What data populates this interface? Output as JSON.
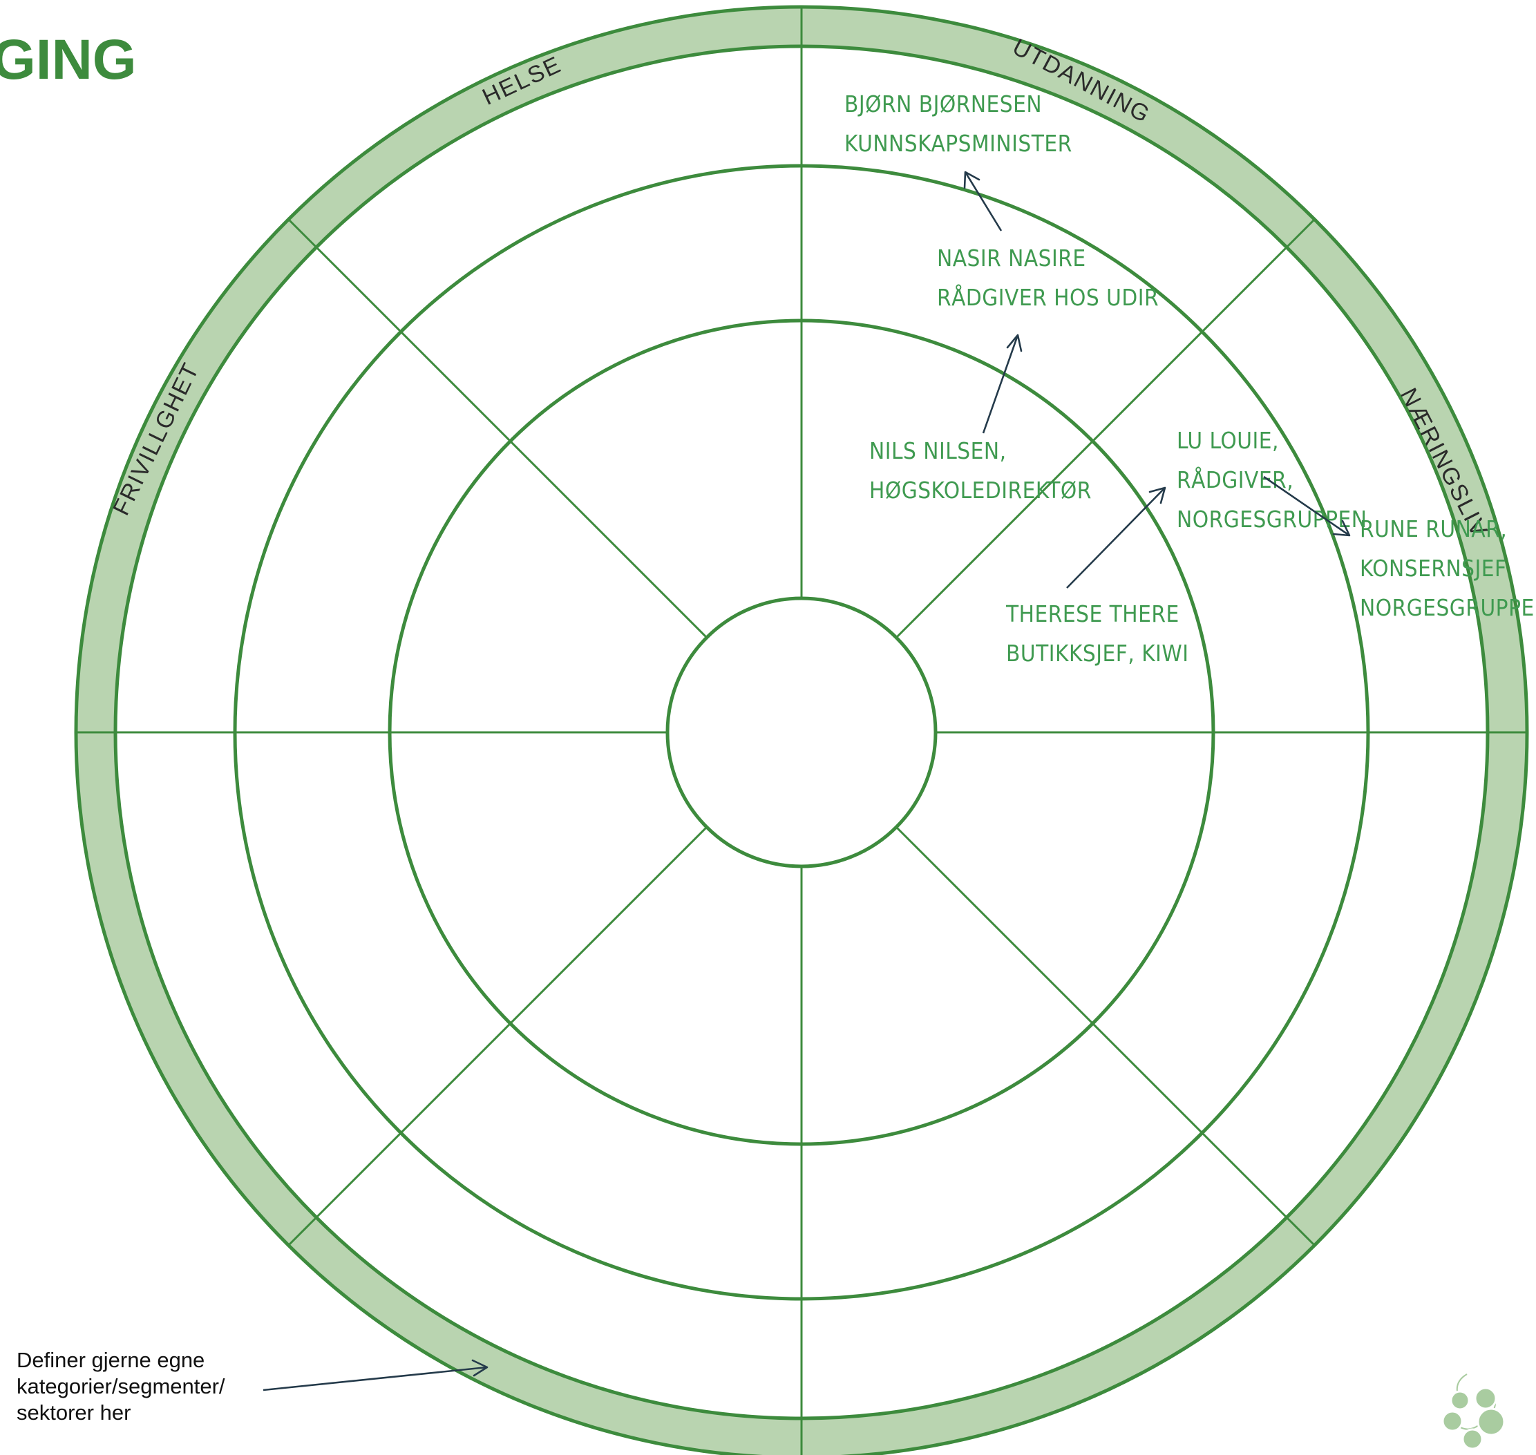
{
  "title": "GING",
  "sectors": {
    "helse": "HELSE",
    "utdanning": "UTDANNING",
    "naeringsliv": "NÆRINGSLIV",
    "frivillghet": "FRIVILLGHET"
  },
  "contacts": {
    "bjorn": {
      "name": "BJØRN BJØRNESEN",
      "role": "KUNNSKAPSMINISTER"
    },
    "nasir": {
      "name": "NASIR NASIRE",
      "role": "RÅDGIVER HOS UDIR"
    },
    "nils": {
      "name": "NILS NILSEN,",
      "role": "HØGSKOLEDIREKTØR"
    },
    "lu": {
      "line1": "LU LOUIE,",
      "line2": "RÅDGIVER,",
      "line3": "NORGESGRUPPEN"
    },
    "rune": {
      "line1": "RUNE RUNAR,",
      "line2": "KONSERNSJEF",
      "line3": "NORGESGRUPPEN"
    },
    "therese": {
      "name": "THERESE THERE",
      "role": "BUTIKKSJEF, KIWI"
    }
  },
  "note": {
    "line1": "Definer gjerne egne",
    "line2": "kategorier/segmenter/",
    "line3": "sektorer her"
  },
  "colors": {
    "ring_stroke": "#3d8b3d",
    "outer_band": "#b9d4b0",
    "handwriting": "#3f9a50",
    "arrow": "#243a4a"
  }
}
